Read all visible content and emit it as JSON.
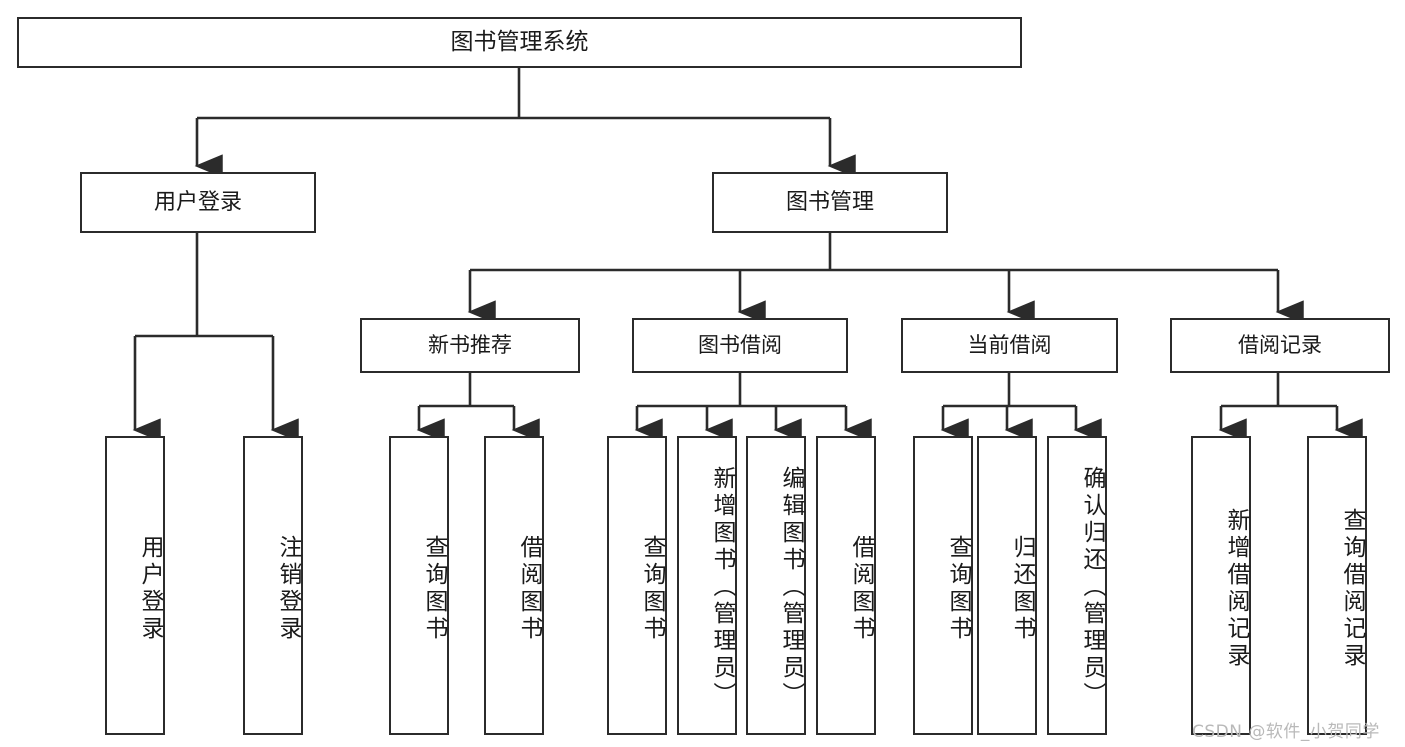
{
  "diagram": {
    "title": "图书管理系统",
    "type": "tree-hierarchy",
    "root": {
      "label": "图书管理系统"
    },
    "level1": [
      {
        "label": "用户登录"
      },
      {
        "label": "图书管理"
      }
    ],
    "level2": [
      {
        "label": "新书推荐"
      },
      {
        "label": "图书借阅"
      },
      {
        "label": "当前借阅"
      },
      {
        "label": "借阅记录"
      }
    ],
    "leaves": {
      "user_login": [
        {
          "label": "用户登录"
        },
        {
          "label": "注销登录"
        }
      ],
      "new_book_recommend": [
        {
          "label": "查询图书"
        },
        {
          "label": "借阅图书"
        }
      ],
      "book_borrow": [
        {
          "label": "查询图书"
        },
        {
          "label": "新增图书（管理员）"
        },
        {
          "label": "编辑图书（管理员）"
        },
        {
          "label": "借阅图书"
        }
      ],
      "current_borrow": [
        {
          "label": "查询图书"
        },
        {
          "label": "归还图书"
        },
        {
          "label": "确认归还（管理员）"
        }
      ],
      "borrow_record": [
        {
          "label": "新增借阅记录"
        },
        {
          "label": "查询借阅记录"
        }
      ]
    }
  },
  "watermark": {
    "text": "CSDN @软件_小贺同学"
  },
  "colors": {
    "background": "#ffffff",
    "stroke": "#2b2b2b",
    "text": "#1a1a1a",
    "watermark": "#b9b9b9"
  }
}
